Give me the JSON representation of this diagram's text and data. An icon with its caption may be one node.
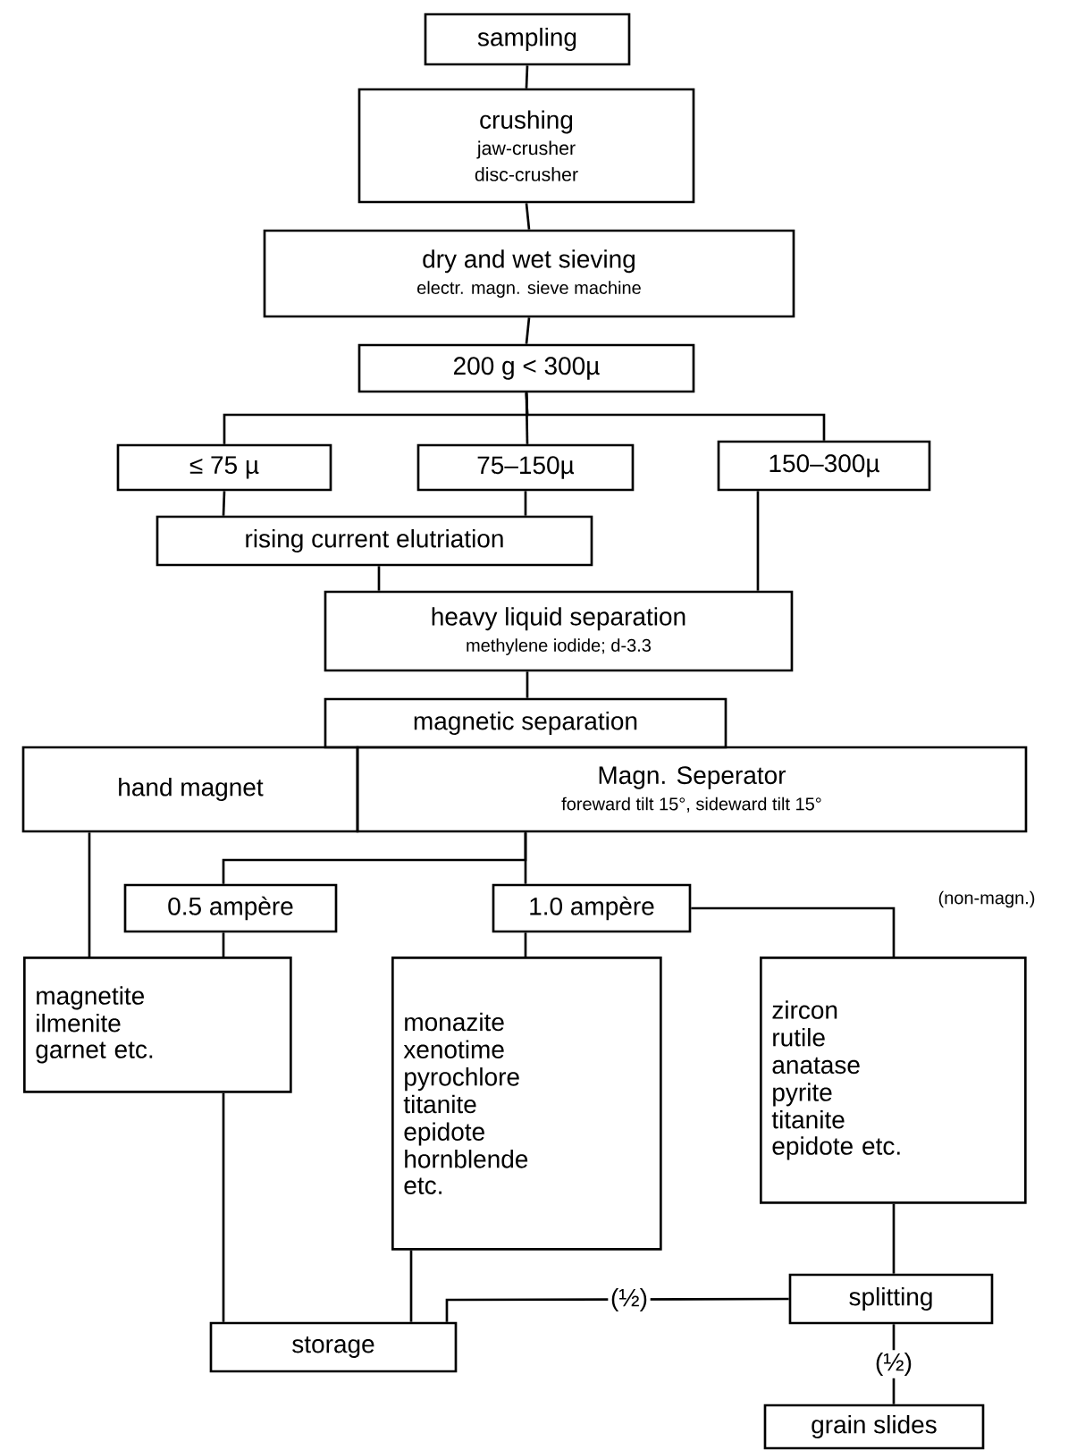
{
  "diagram": {
    "nodes": [
      {
        "text": [
          "sampling"
        ]
      },
      {
        "text": [
          "crushing",
          "jaw-crusher",
          "disc-crusher"
        ]
      },
      {
        "text": [
          "dry and wet sieving",
          "electr. magn. sieve machine"
        ]
      },
      {
        "text": [
          "200 g  < 300µ"
        ]
      },
      {
        "text": [
          "≤ 75 µ"
        ]
      },
      {
        "text": [
          "75–150µ"
        ]
      },
      {
        "text": [
          "150–300µ"
        ]
      },
      {
        "text": [
          "rising current elutriation"
        ]
      },
      {
        "text": [
          "heavy liquid separation",
          "methylene iodide; d-3.3"
        ]
      },
      {
        "text": [
          "magnetic separation"
        ]
      },
      {
        "text": [
          "hand magnet"
        ]
      },
      {
        "text": [
          "Magn. Seperator",
          "foreward tilt 15°, sideward tilt 15°"
        ]
      },
      {
        "text": [
          "0.5 ampère"
        ]
      },
      {
        "text": [
          "1.0 ampère"
        ]
      },
      {
        "text": [
          "magnetite",
          "ilmenite",
          "garnet etc."
        ]
      },
      {
        "text": [
          "monazite",
          "xenotime",
          "pyrochlore",
          "titanite",
          "epidote",
          "hornblende",
          "etc."
        ]
      },
      {
        "text": [
          "zircon",
          "rutile",
          "anatase",
          "pyrite",
          "titanite",
          "epidote etc."
        ]
      },
      {
        "text": [
          "storage"
        ]
      },
      {
        "text": [
          "splitting"
        ]
      },
      {
        "text": [
          "grain slides"
        ]
      }
    ],
    "edges": [
      {
        "from": 0,
        "to": 1,
        "arrow": "none"
      },
      {
        "from": 1,
        "to": 2,
        "arrow": "none"
      },
      {
        "from": 2,
        "to": 3,
        "arrow": "none"
      },
      {
        "from": 3,
        "to": 4,
        "arrow": "none"
      },
      {
        "from": 3,
        "to": 5,
        "arrow": "none"
      },
      {
        "from": 3,
        "to": 6,
        "arrow": "none"
      },
      {
        "from": 4,
        "to": 7,
        "arrow": "none"
      },
      {
        "from": 5,
        "to": 7,
        "arrow": "none"
      },
      {
        "from": 7,
        "to": 8,
        "arrow": "none"
      },
      {
        "from": 6,
        "to": 8,
        "arrow": "none"
      },
      {
        "from": 8,
        "to": 9,
        "arrow": "none"
      },
      {
        "from": 11,
        "to": 12,
        "arrow": "none"
      },
      {
        "from": 11,
        "to": 13,
        "arrow": "none"
      },
      {
        "from": 10,
        "to": 14,
        "arrow": "none"
      },
      {
        "from": 12,
        "to": 14,
        "arrow": "none"
      },
      {
        "from": 13,
        "to": 15,
        "arrow": "none"
      },
      {
        "from": 13,
        "to": 16,
        "arrow": "none",
        "label": "(non-magn.)"
      },
      {
        "from": 14,
        "to": 17,
        "arrow": "none"
      },
      {
        "from": 15,
        "to": 17,
        "arrow": "none"
      },
      {
        "from": 16,
        "to": 18,
        "arrow": "none"
      },
      {
        "from": 18,
        "to": 17,
        "arrow": "none",
        "label": "(½)"
      },
      {
        "from": 18,
        "to": 19,
        "arrow": "none",
        "label": "(½)"
      }
    ]
  }
}
